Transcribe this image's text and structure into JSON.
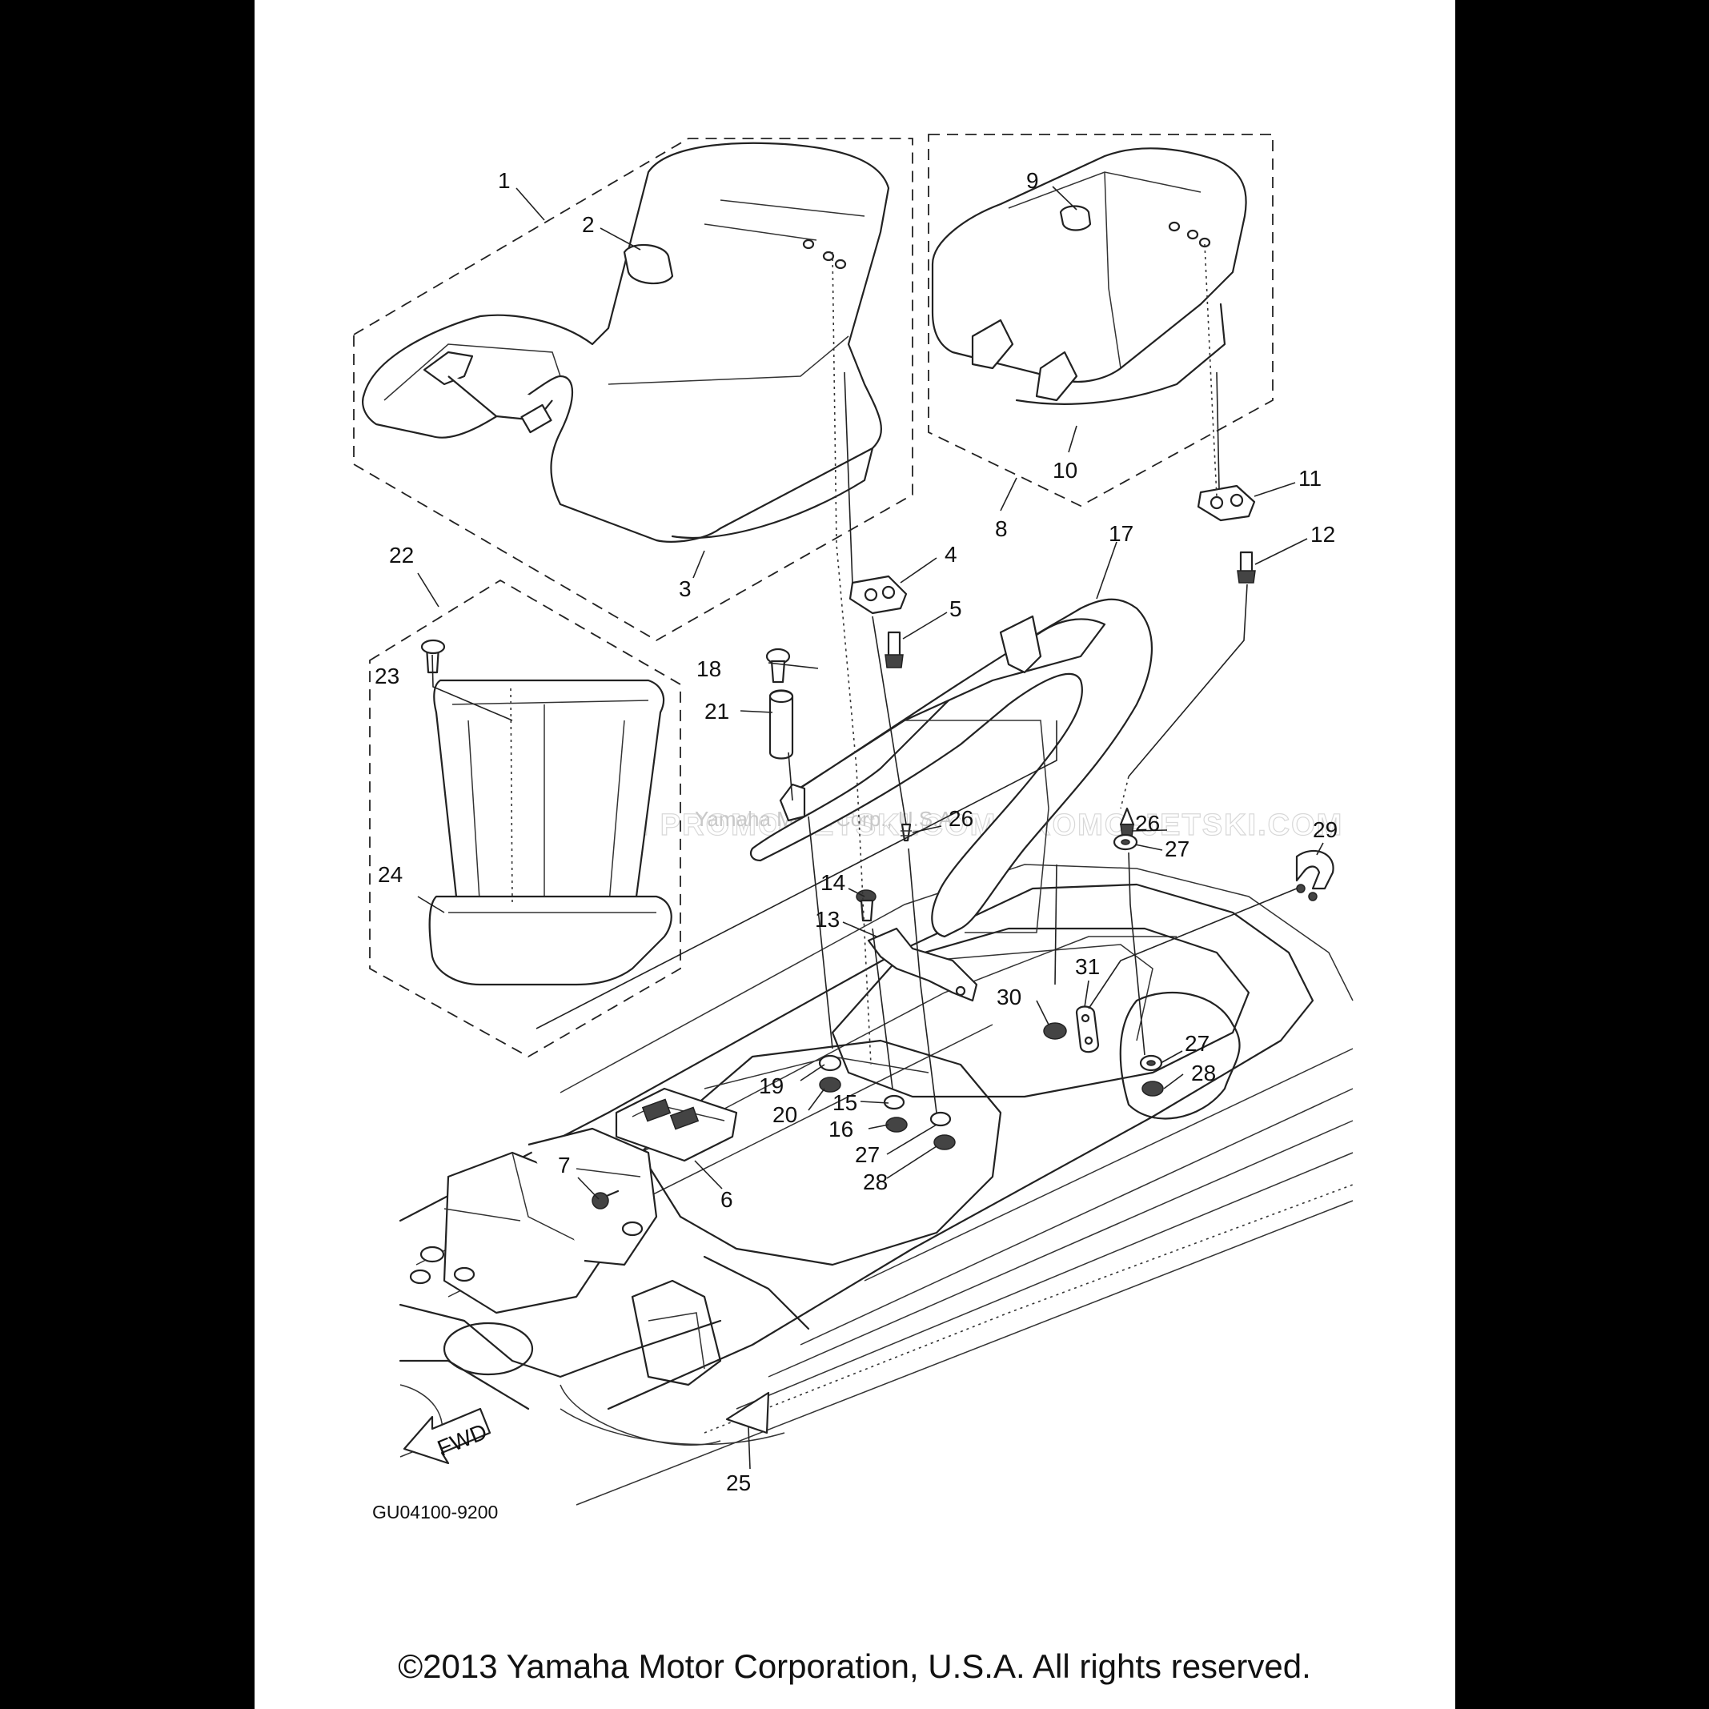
{
  "diagram": {
    "drawing_code": "GU04100-9200",
    "fwd_label": "FWD",
    "watermark": "JETSKI.COM  PROMO-JETSKI.COM  PROMO-JETSKI.COM",
    "watermark_small": "Yamaha Motor Corp., U.S.A.",
    "copyright": "©2013 Yamaha Motor Corporation, U.S.A. All rights reserved.",
    "callouts": {
      "c1": "1",
      "c2": "2",
      "c3": "3",
      "c4": "4",
      "c5": "5",
      "c6": "6",
      "c7": "7",
      "c8": "8",
      "c9": "9",
      "c10": "10",
      "c11": "11",
      "c12": "12",
      "c13": "13",
      "c14": "14",
      "c15": "15",
      "c16": "16",
      "c17": "17",
      "c18": "18",
      "c19": "19",
      "c20": "20",
      "c21": "21",
      "c22": "22",
      "c23": "23",
      "c24": "24",
      "c25": "25",
      "c26a": "26",
      "c26b": "26",
      "c27a": "27",
      "c27b": "27",
      "c27c": "27",
      "c28a": "28",
      "c28b": "28",
      "c29": "29",
      "c30": "30",
      "c31": "31"
    }
  },
  "colors": {
    "background": "#000000",
    "sheet": "#ffffff",
    "ink": "#222222"
  }
}
